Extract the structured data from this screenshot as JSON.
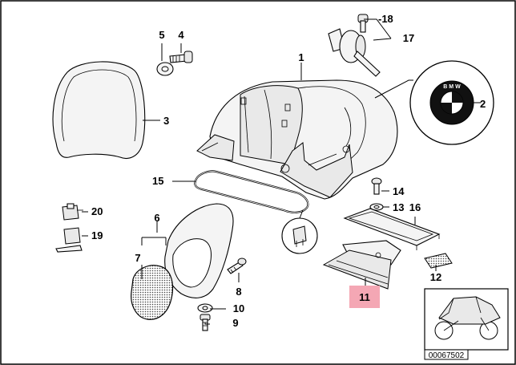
{
  "diagram": {
    "highlight_color": "#f4a7b4",
    "labels": [
      {
        "id": "1",
        "text": "1"
      },
      {
        "id": "2",
        "text": "2"
      },
      {
        "id": "3",
        "text": "3"
      },
      {
        "id": "4",
        "text": "4"
      },
      {
        "id": "5",
        "text": "5"
      },
      {
        "id": "6",
        "text": "6"
      },
      {
        "id": "7",
        "text": "7"
      },
      {
        "id": "8",
        "text": "8"
      },
      {
        "id": "9",
        "text": "9"
      },
      {
        "id": "10",
        "text": "10"
      },
      {
        "id": "11",
        "text": "11"
      },
      {
        "id": "12",
        "text": "12"
      },
      {
        "id": "13",
        "text": "13"
      },
      {
        "id": "14",
        "text": "14"
      },
      {
        "id": "15",
        "text": "15"
      },
      {
        "id": "16",
        "text": "16"
      },
      {
        "id": "17",
        "text": "17"
      },
      {
        "id": "18",
        "text": "-18"
      },
      {
        "id": "19",
        "text": "19"
      },
      {
        "id": "20",
        "text": "20"
      }
    ],
    "badge_text": "B M W",
    "drawing_code": "00067502",
    "highlighted_part": "11"
  }
}
